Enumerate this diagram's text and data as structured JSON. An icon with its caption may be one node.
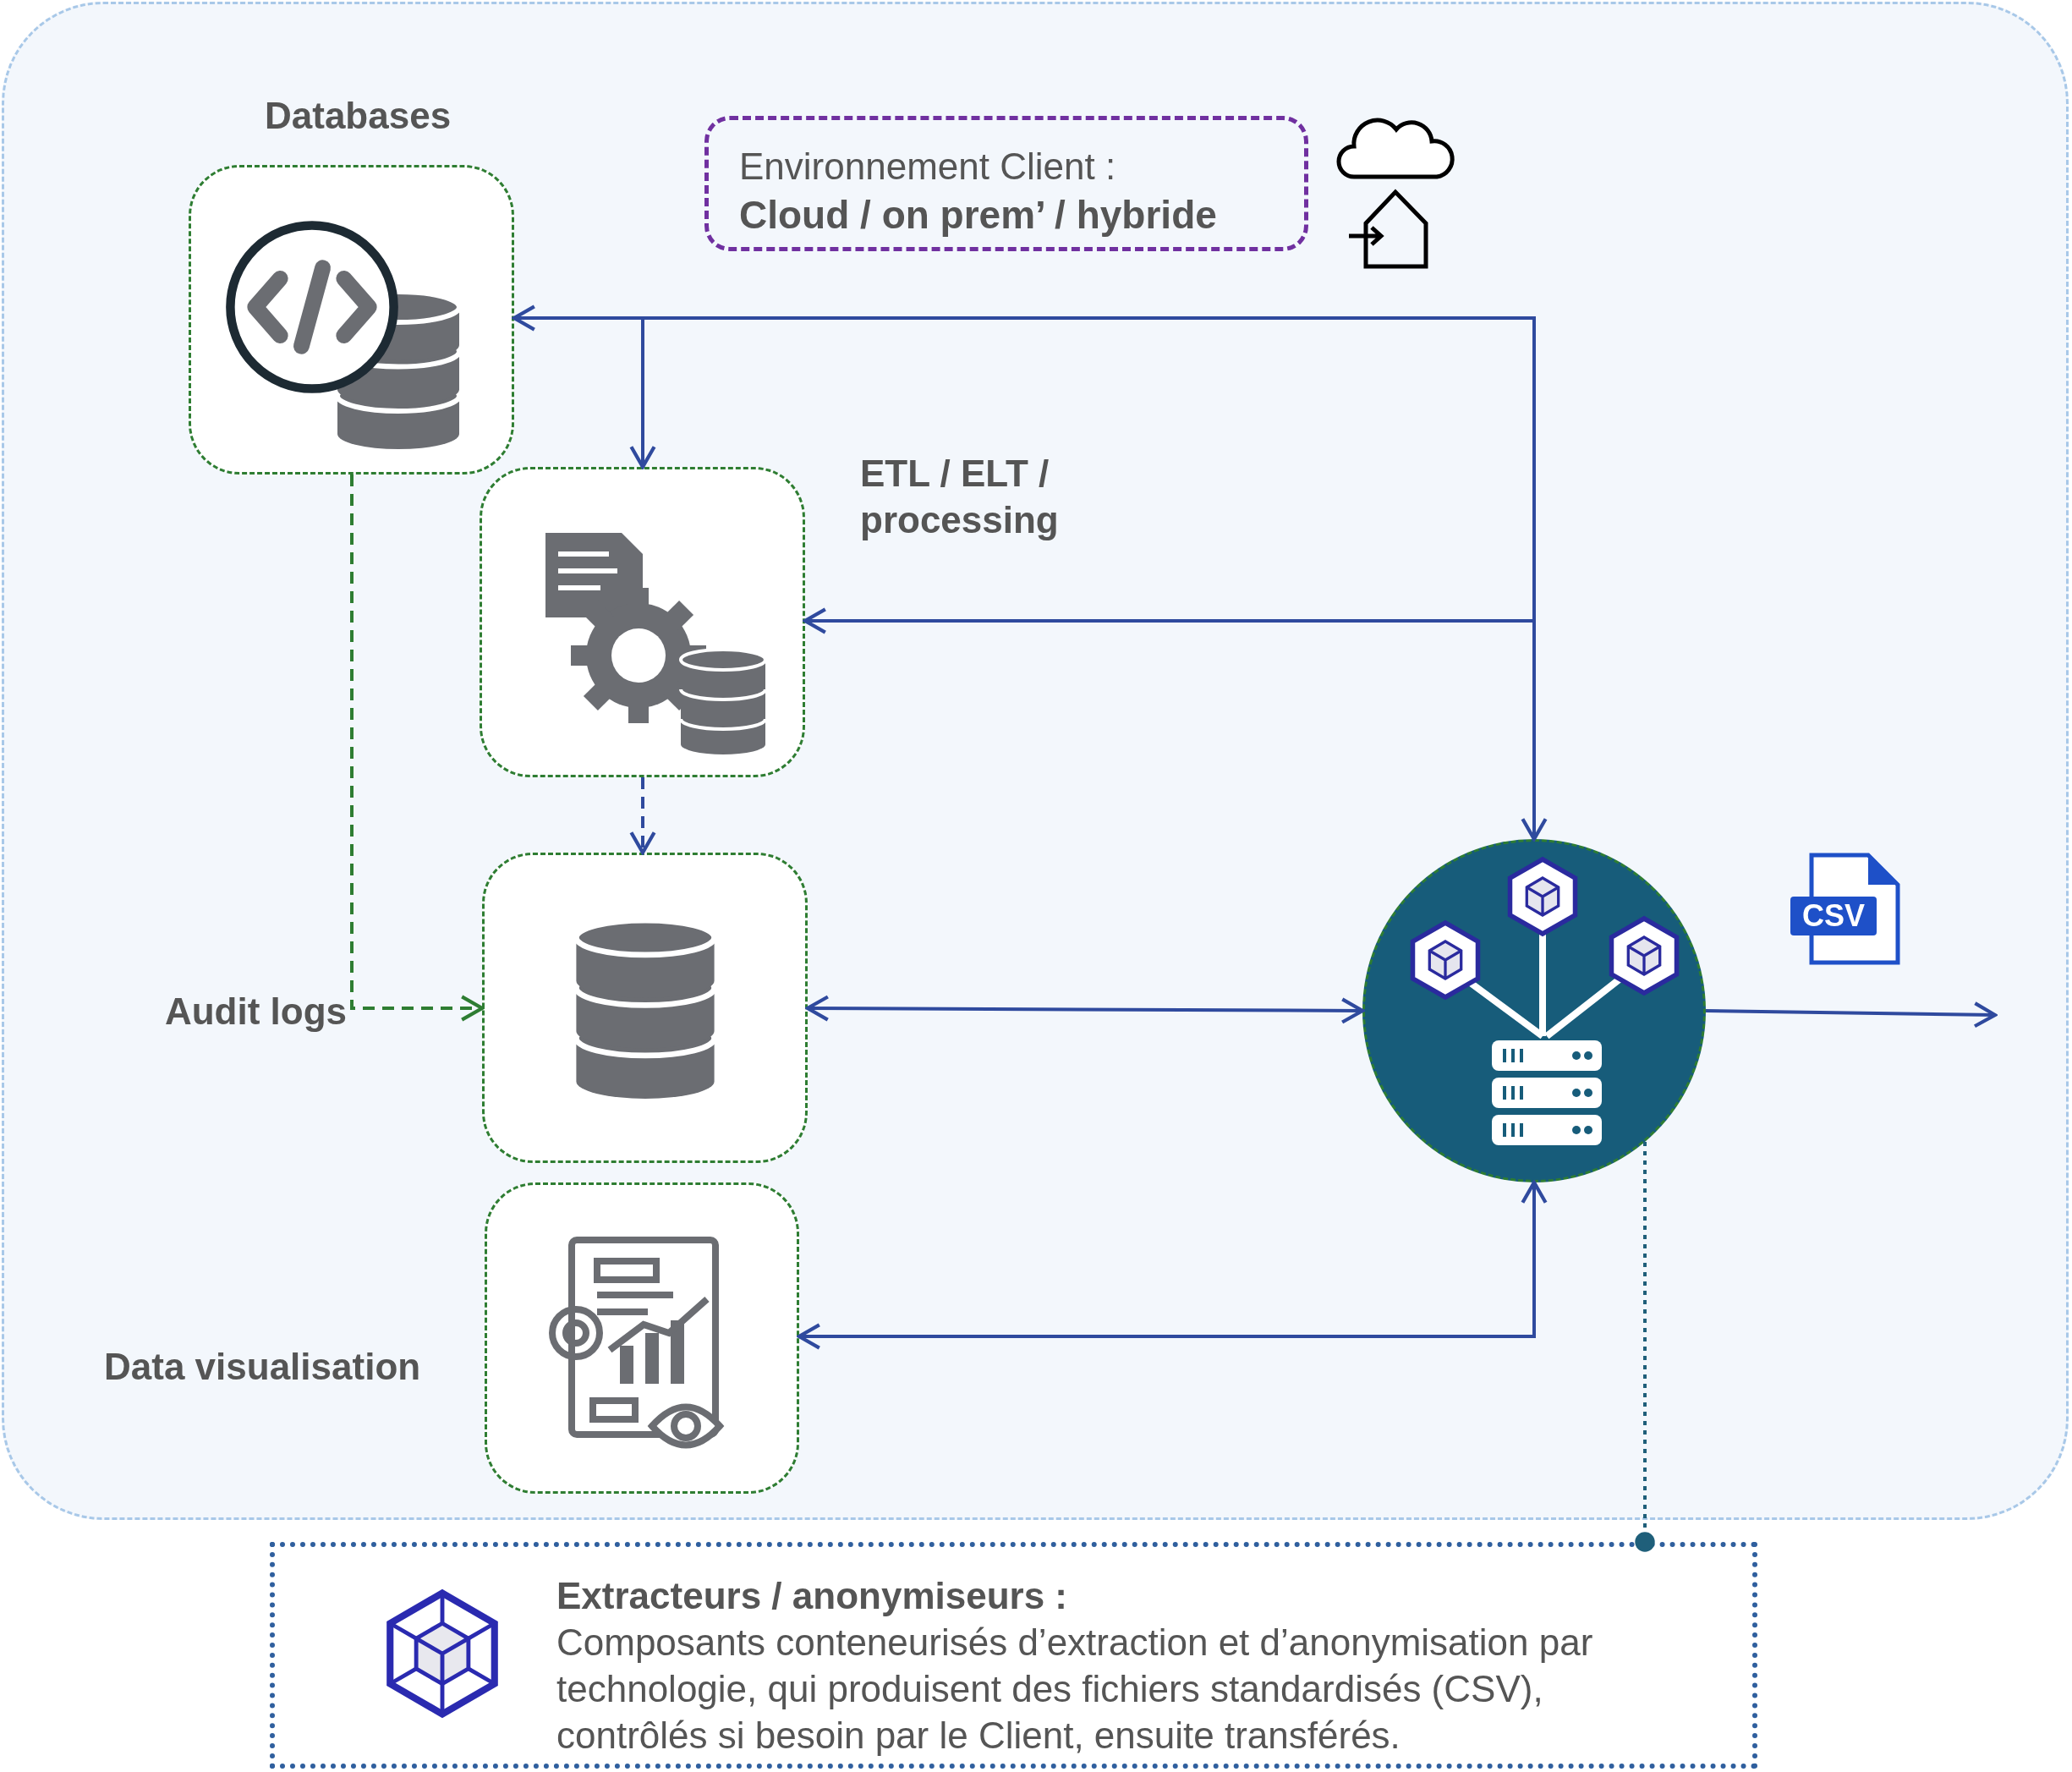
{
  "diagram": {
    "nodes": [
      {
        "text": [
          "Databases"
        ]
      },
      {
        "text": [
          "Environnement Client :",
          "Cloud / on prem’ / hybride"
        ]
      },
      {
        "text": [
          "ETL / ELT / processing"
        ]
      },
      {
        "text": [
          "Audit logs"
        ]
      },
      {
        "text": [
          "Data visualisation"
        ]
      },
      {
        "text": [],
        "shape": "circle"
      },
      {
        "text": [
          "Extracteurs / anonymiseurs :",
          "Composants conteneurisés d’extraction et d’anonymisation par technologie, qui produisent des fichiers standardisés (CSV), contrôlés si besoin par le Client, ensuite transférés."
        ]
      }
    ],
    "edges": [
      {
        "from": 5,
        "to": 0,
        "arrow": "both"
      },
      {
        "from": 0,
        "to": 2,
        "arrow": "to"
      },
      {
        "from": 5,
        "to": 2,
        "arrow": "to"
      },
      {
        "from": 2,
        "to": 3,
        "arrow": "to",
        "style": "dashed"
      },
      {
        "from": 0,
        "to": 3,
        "arrow": "to",
        "style": "dashed",
        "color": "#2e7d32"
      },
      {
        "from": 3,
        "to": 5,
        "arrow": "both"
      },
      {
        "from": 5,
        "to": 4,
        "arrow": "both"
      },
      {
        "from": 5,
        "to": null,
        "arrow": "to"
      },
      {
        "from": 5,
        "to": 6,
        "arrow": "other",
        "style": "dashed",
        "color": "#1f5f7a"
      }
    ],
    "labels": [
      "CSV"
    ]
  }
}
